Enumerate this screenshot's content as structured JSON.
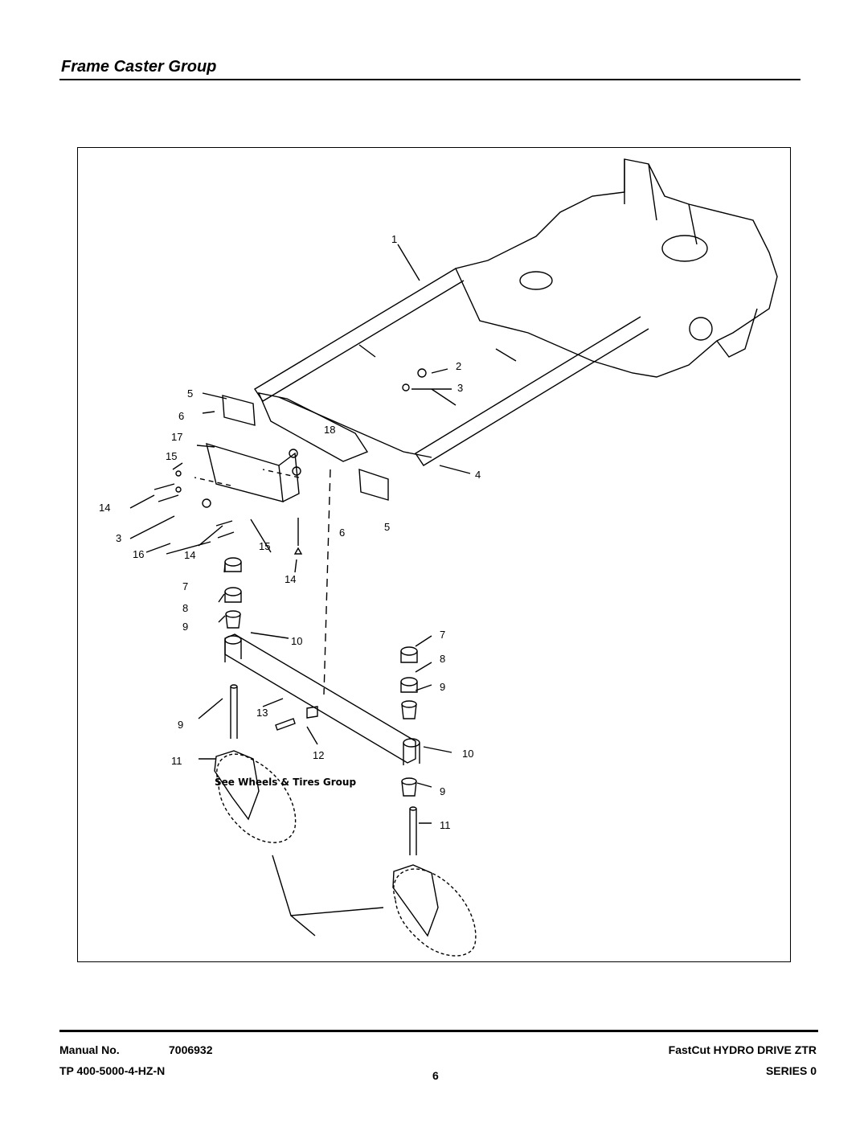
{
  "page": {
    "title": "Frame Caster Group",
    "footer": {
      "manual_label": "Manual No.",
      "manual_number": "7006932",
      "tp_code": "TP 400-5000-4-HZ-N",
      "page_number": "6",
      "product": "FastCut HYDRO DRIVE ZTR",
      "series": "SERIES 0"
    }
  },
  "figure": {
    "callouts": [
      "1",
      "2",
      "3",
      "4",
      "5",
      "6",
      "17",
      "18",
      "15",
      "14",
      "3",
      "16",
      "14",
      "15",
      "6",
      "5",
      "14",
      "7",
      "8",
      "9",
      "10",
      "7",
      "8",
      "9",
      "13",
      "9",
      "12",
      "10",
      "11",
      "9",
      "11"
    ],
    "note": "See Wheels & Tires Group"
  }
}
